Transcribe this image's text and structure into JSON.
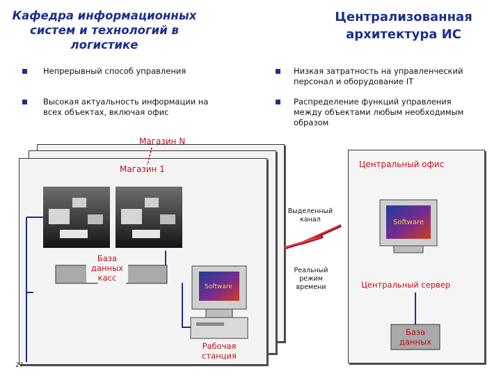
{
  "header": {
    "dept_line1": "Кафедра информационных",
    "dept_line2": "систем и технологий в",
    "dept_line3": "логистике",
    "title_line1": "Централизованная",
    "title_line2": "архитектура ИС"
  },
  "bullets": {
    "left": [
      {
        "line1": "Непрерывный способ управления",
        "line2": ""
      },
      {
        "line1": "Высокая актуальность информации на",
        "line2": "всех объектах, включая офис"
      }
    ],
    "right": [
      {
        "line1": "Низкая затратность на управленческий",
        "line2": "персонал и оборудование IT",
        "line3": ""
      },
      {
        "line1": "Распределение функций управления",
        "line2": "между объектами любым необходимым",
        "line3": "образом"
      }
    ]
  },
  "diagram": {
    "store_n": "Магазин N",
    "store_1": "Магазин 1",
    "central_office": "Центральный офис",
    "dedicated_line1": "Выделенный",
    "dedicated_line2": "канал",
    "realtime_line1": "Реальный",
    "realtime_line2": "режим",
    "realtime_line3": "времени",
    "pos_db_line1": "База",
    "pos_db_line2": "данных",
    "pos_db_line3": "касс",
    "workstation_line1": "Рабочая",
    "workstation_line2": "станция",
    "central_server": "Центральный сервер",
    "db_line1": "База",
    "db_line2": "данных",
    "screen_text": "Software"
  },
  "footer": {
    "page_number": "27"
  },
  "colors": {
    "heading": "#1b2f8c",
    "diagram_label": "#c0101e",
    "bullet": "#1b2f8c"
  }
}
